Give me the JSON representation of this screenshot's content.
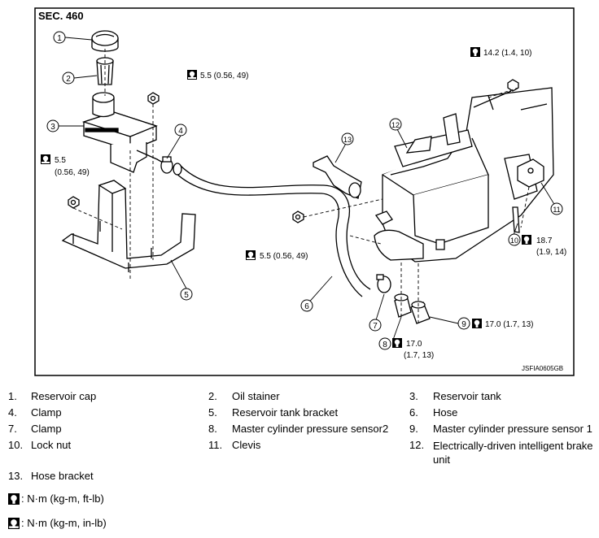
{
  "section": "SEC. 460",
  "figure_id": "JSFIA0605GB",
  "callouts": {
    "c1": "1",
    "c2": "2",
    "c3": "3",
    "c4": "4",
    "c5": "5",
    "c6": "6",
    "c7": "7",
    "c8": "8",
    "c9": "9",
    "c10": "10",
    "c11": "11",
    "c12": "12",
    "c13": "13"
  },
  "torques": {
    "t_top_right": "14.2 (1.4, 10)",
    "t_bracket_nut": "5.5 (0.56, 49)",
    "t_left_a": "5.5",
    "t_left_b": "(0.56, 49)",
    "t_mid_nut": "5.5 (0.56, 49)",
    "t_locknut_a": "18.7",
    "t_locknut_b": "(1.9, 14)",
    "t_sensor1": "17.0 (1.7, 13)",
    "t_sensor2_a": "17.0",
    "t_sensor2_b": "(1.7, 13)"
  },
  "legend": [
    {
      "n": "1.",
      "label": "Reservoir cap"
    },
    {
      "n": "2.",
      "label": "Oil stainer"
    },
    {
      "n": "3.",
      "label": "Reservoir tank"
    },
    {
      "n": "4.",
      "label": "Clamp"
    },
    {
      "n": "5.",
      "label": "Reservoir tank bracket"
    },
    {
      "n": "6.",
      "label": "Hose"
    },
    {
      "n": "7.",
      "label": "Clamp"
    },
    {
      "n": "8.",
      "label": "Master cylinder pressure sensor2"
    },
    {
      "n": "9.",
      "label": "Master cylinder pressure sensor 1"
    },
    {
      "n": "10.",
      "label": "Lock nut"
    },
    {
      "n": "11.",
      "label": "Clevis"
    },
    {
      "n": "12.",
      "label": "Electrically-driven intelligent brake unit"
    },
    {
      "n": "13.",
      "label": "Hose bracket"
    }
  ],
  "units": {
    "ftlb": ": N·m (kg-m, ft-lb)",
    "inlb": ": N·m (kg-m, in-lb)"
  }
}
